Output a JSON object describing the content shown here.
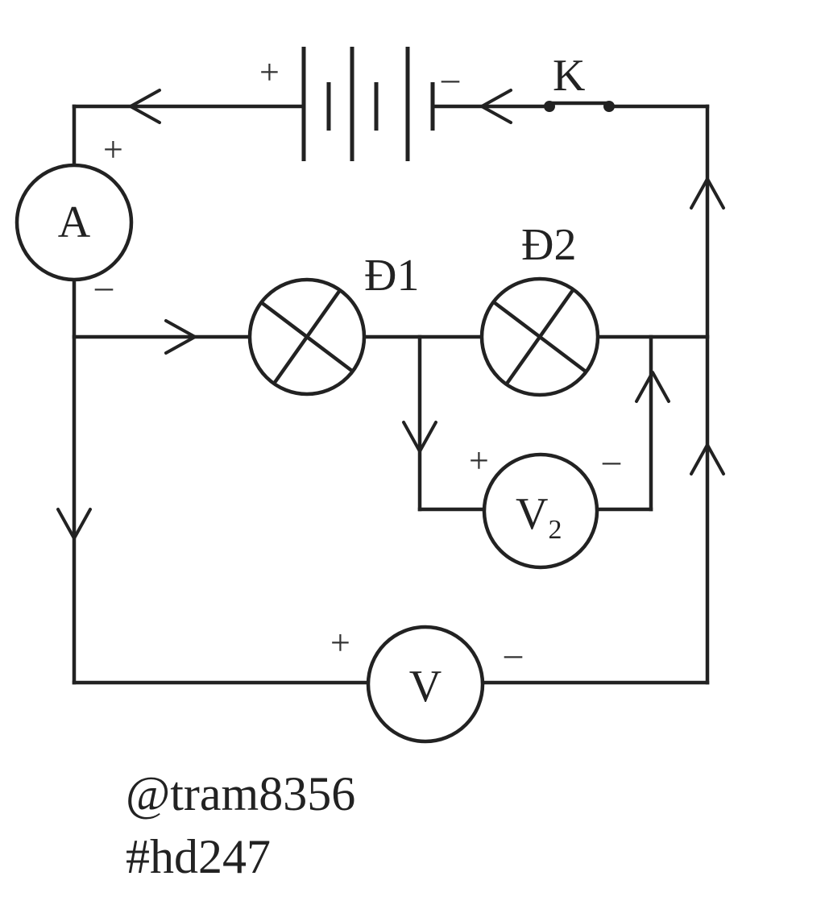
{
  "diagram": {
    "switch_label": "K",
    "ammeter_label": "A",
    "voltmeter_label": "V",
    "voltmeter2_label": "V",
    "voltmeter2_subscript": "2",
    "bulb1_label": "Đ1",
    "bulb2_label": "Đ2",
    "plus_sign": "+",
    "minus_sign": "–"
  },
  "caption": {
    "user": "@tram8356",
    "tag": "#hd247"
  }
}
